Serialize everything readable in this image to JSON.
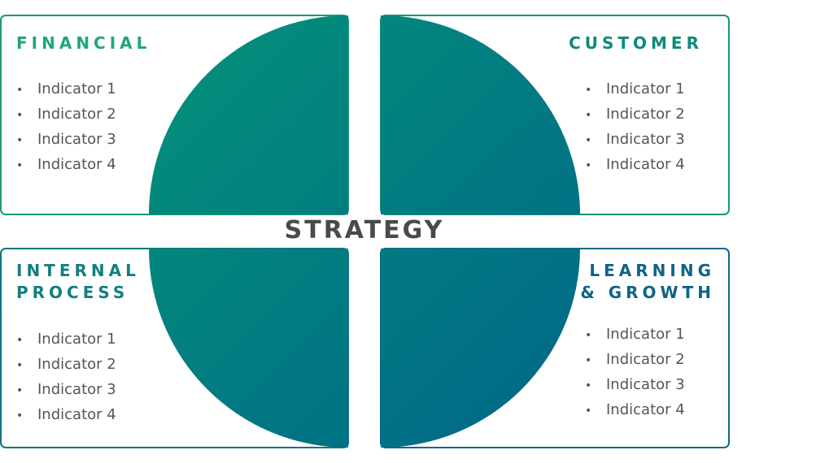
{
  "center_label": "STRATEGY",
  "quadrants": {
    "financial": {
      "title": "FINANCIAL",
      "color": "#1fa874",
      "indicators": [
        "Indicator 1",
        "Indicator 2",
        "Indicator 3",
        "Indicator 4"
      ]
    },
    "customer": {
      "title": "CUSTOMER",
      "color": "#0d8a7a",
      "indicators": [
        "Indicator 1",
        "Indicator 2",
        "Indicator 3",
        "Indicator 4"
      ]
    },
    "internal_process": {
      "title_line1": "INTERNAL",
      "title_line2": "PROCESS",
      "color": "#12807f",
      "indicators": [
        "Indicator 1",
        "Indicator 2",
        "Indicator 3",
        "Indicator 4"
      ]
    },
    "learning_growth": {
      "title_line1": "LEARNING",
      "title_line2": "& GROWTH",
      "color": "#0f6488",
      "indicators": [
        "Indicator 1",
        "Indicator 2",
        "Indicator 3",
        "Indicator 4"
      ]
    }
  },
  "gradient": {
    "start": "#049279",
    "end": "#006689"
  }
}
